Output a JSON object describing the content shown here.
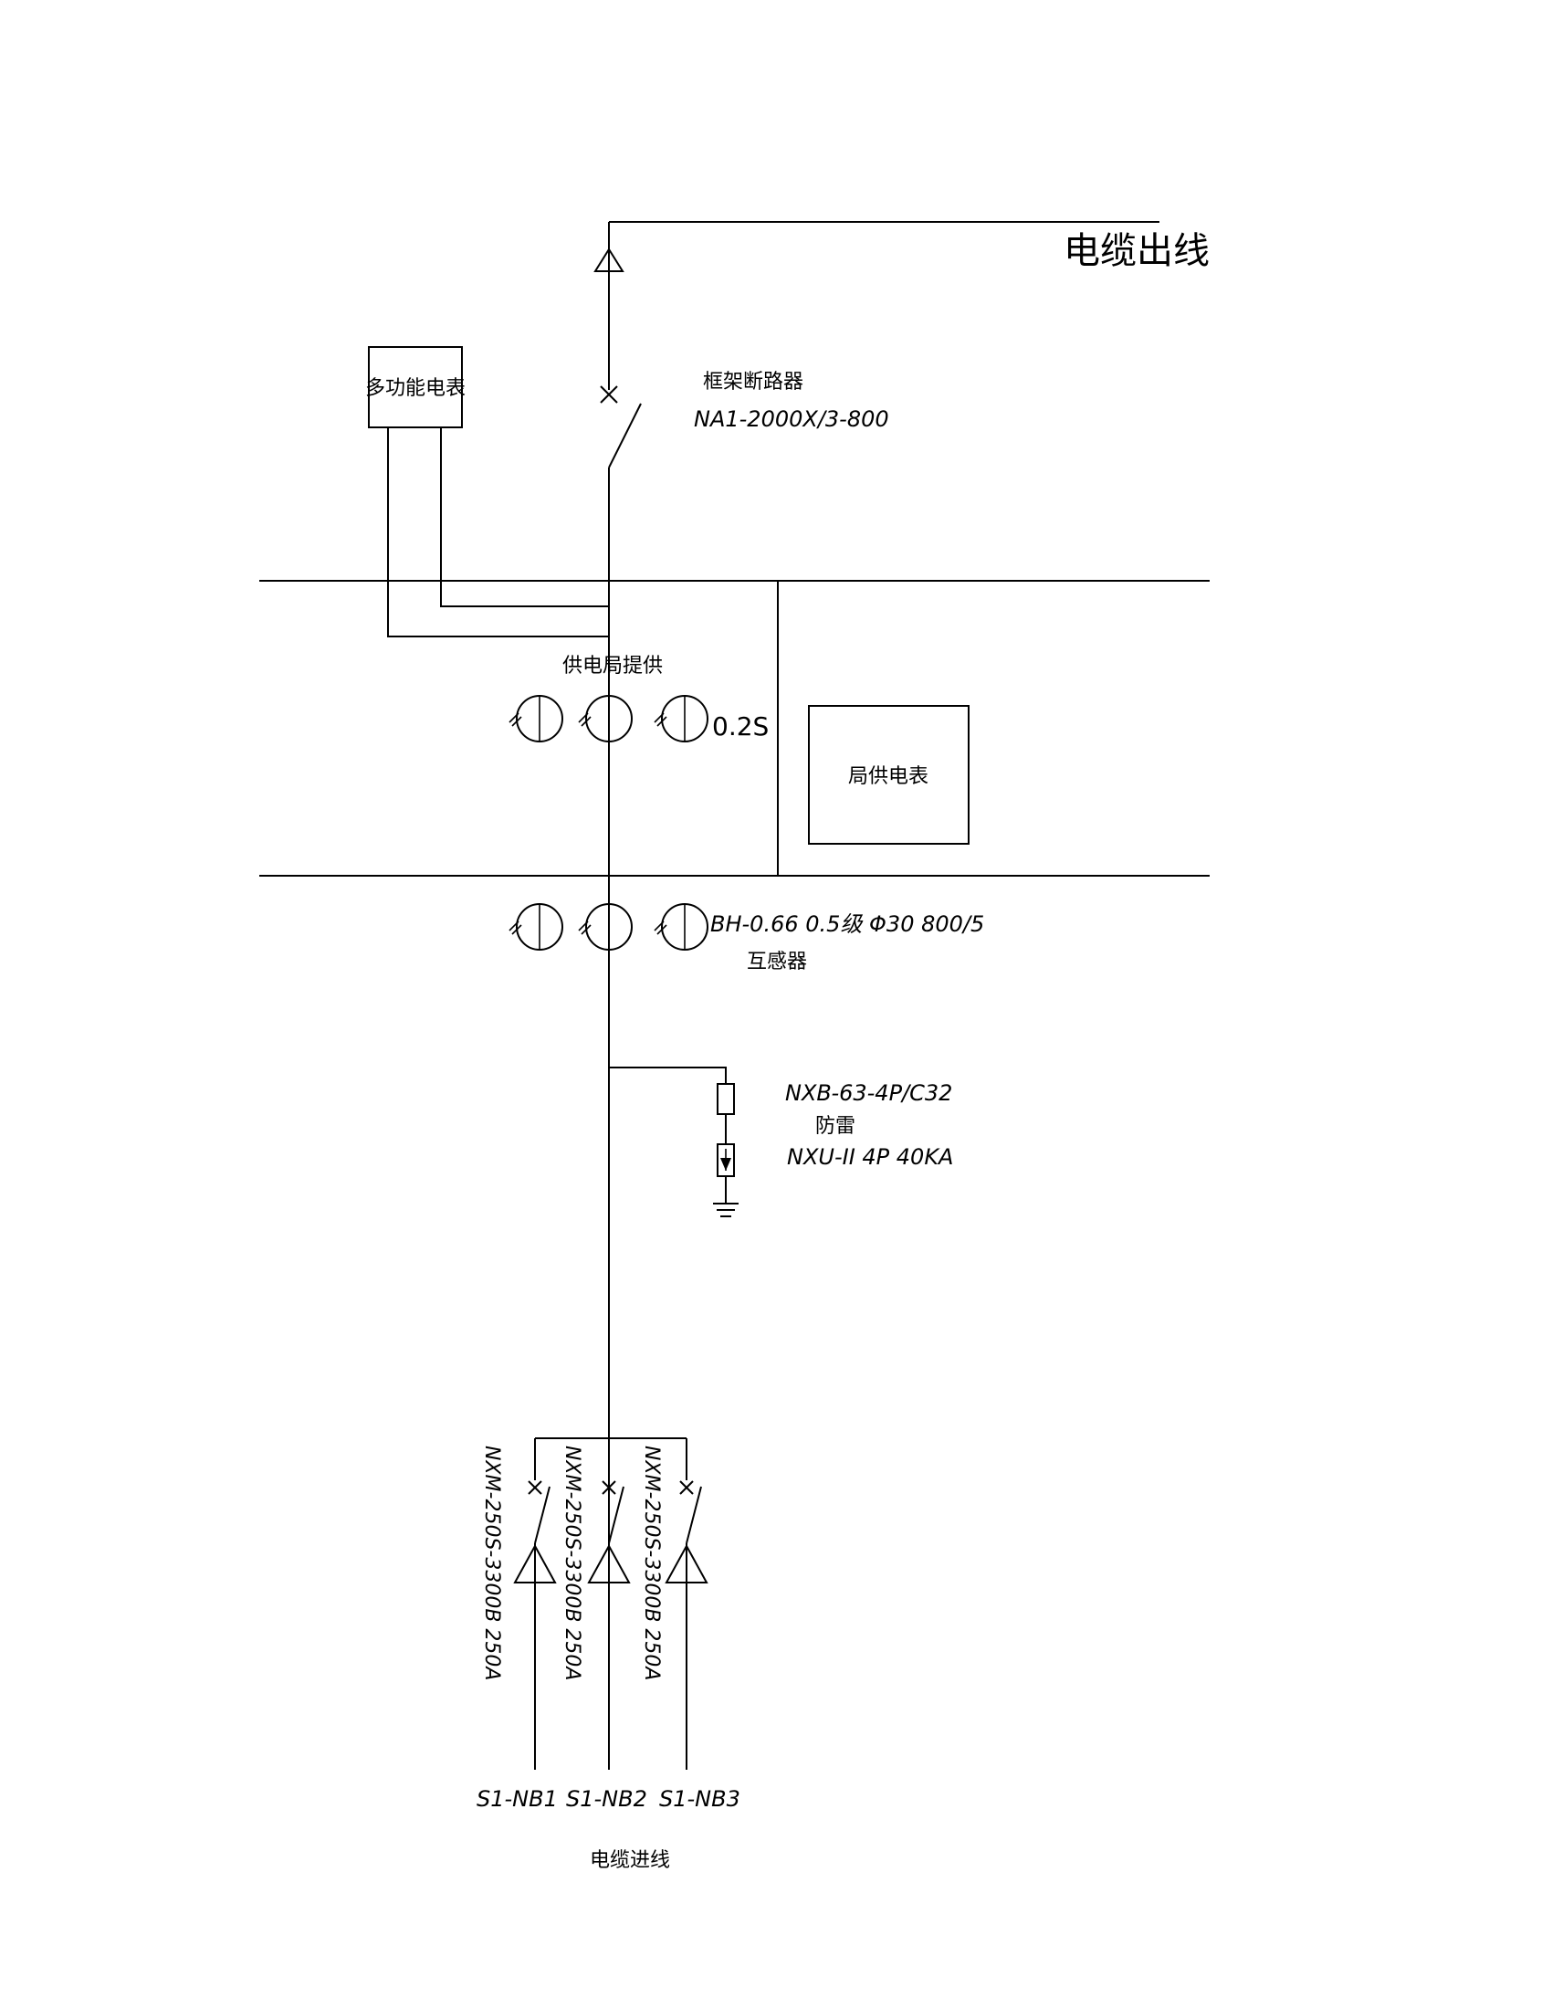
{
  "labels": {
    "cable_out": "电缆出线",
    "frame_breaker": "框架断路器",
    "frame_breaker_model": "NA1-2000X/3-800",
    "multi_meter": "多功能电表",
    "supplied_by_bureau": "供电局提供",
    "ct_metering_class": "0.2S",
    "bureau_meter": "局供电表",
    "ct_model": "BH-0.66 0.5级 Φ30 800/5",
    "ct_name": "互感器",
    "spd_breaker_model": "NXB-63-4P/C32",
    "spd_name": "防雷",
    "spd_model": "NXU-II 4P 40KA",
    "cable_in": "电缆进线"
  },
  "branches": [
    {
      "breaker_model": "NXM-250S-3300B 250A",
      "circuit": "S1-NB1"
    },
    {
      "breaker_model": "NXM-250S-3300B 250A",
      "circuit": "S1-NB2"
    },
    {
      "breaker_model": "NXM-250S-3300B 250A",
      "circuit": "S1-NB3"
    }
  ]
}
